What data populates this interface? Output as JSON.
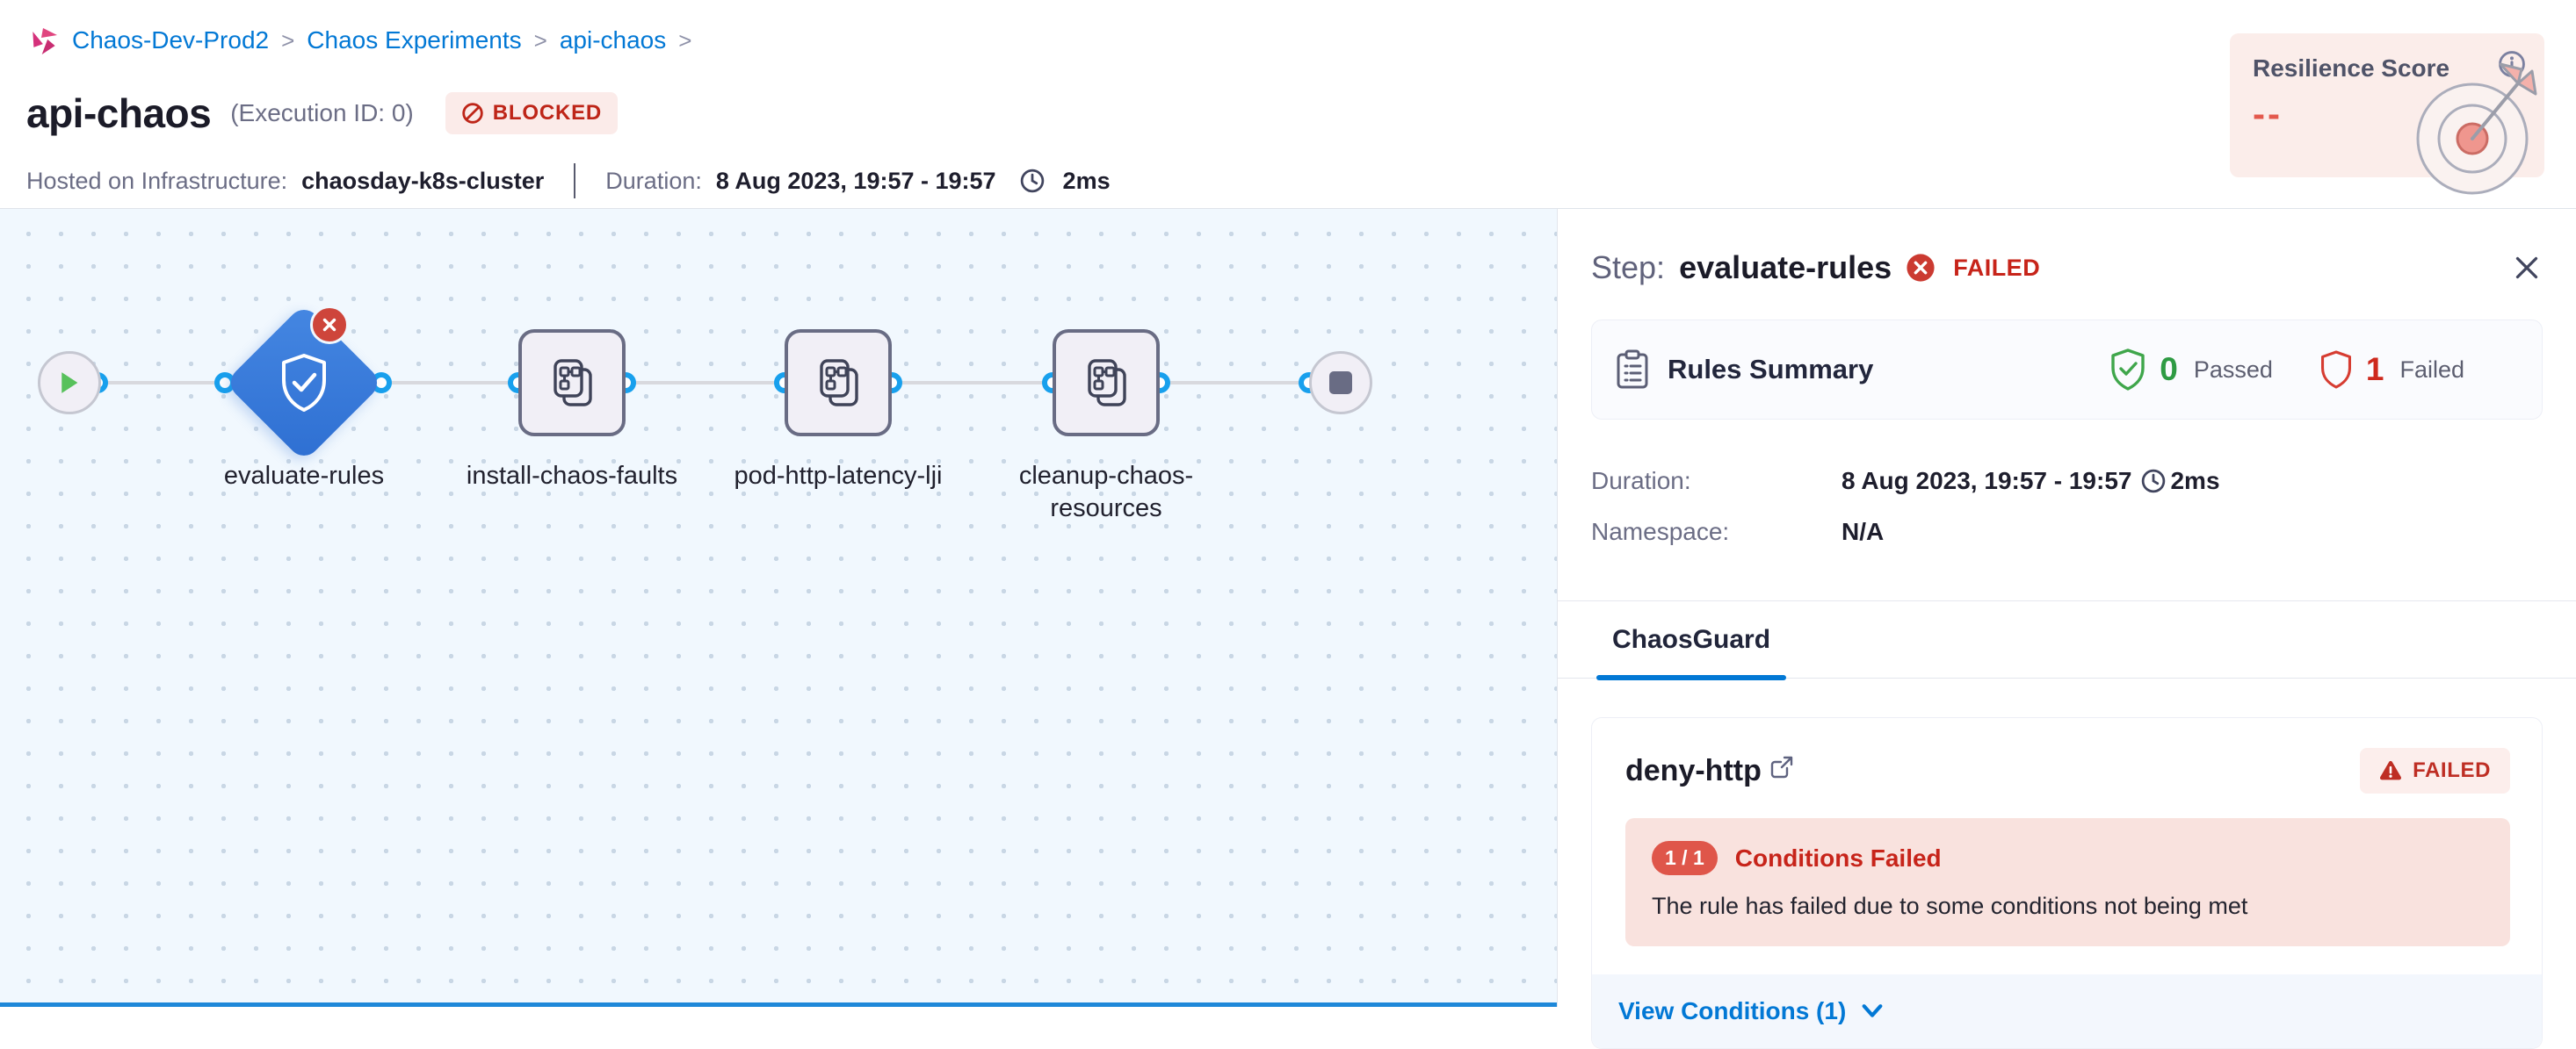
{
  "breadcrumb": {
    "separator": ">",
    "items": [
      "Chaos-Dev-Prod2",
      "Chaos Experiments",
      "api-chaos"
    ]
  },
  "header": {
    "title": "api-chaos",
    "execution_id": "(Execution ID: 0)",
    "status_badge": "BLOCKED",
    "infra_label": "Hosted on Infrastructure:",
    "infra_value": "chaosday-k8s-cluster",
    "duration_label": "Duration:",
    "duration_value": "8 Aug 2023, 19:57 - 19:57",
    "duration_ms": "2ms"
  },
  "resilience": {
    "title": "Resilience Score",
    "value": "--"
  },
  "pipeline": {
    "nodes": [
      {
        "label": "evaluate-rules",
        "status": "failed",
        "shape": "diamond"
      },
      {
        "label": "install-chaos-faults",
        "shape": "square"
      },
      {
        "label": "pod-http-latency-lji",
        "shape": "square"
      },
      {
        "label": "cleanup-chaos-resources",
        "shape": "square"
      }
    ]
  },
  "panel": {
    "step_label": "Step:",
    "step_name": "evaluate-rules",
    "step_status": "FAILED",
    "rules_summary": {
      "title": "Rules Summary",
      "passed_count": "0",
      "passed_label": "Passed",
      "failed_count": "1",
      "failed_label": "Failed"
    },
    "duration_label": "Duration:",
    "duration_value": "8 Aug 2023, 19:57 - 19:57",
    "duration_ms": "2ms",
    "namespace_label": "Namespace:",
    "namespace_value": "N/A",
    "tab": "ChaosGuard",
    "rule_card": {
      "name": "deny-http",
      "status": "FAILED",
      "conditions_ratio": "1 / 1",
      "conditions_title": "Conditions Failed",
      "conditions_message": "The rule has failed due to some conditions not being met",
      "footer": "View Conditions (1)"
    }
  },
  "colors": {
    "accent_blue": "#0278d5",
    "error_red": "#c7241a",
    "success_green": "#2e9b43",
    "diamond_blue": "#3b7cdb",
    "canvas_bg": "#f1f8fe"
  }
}
